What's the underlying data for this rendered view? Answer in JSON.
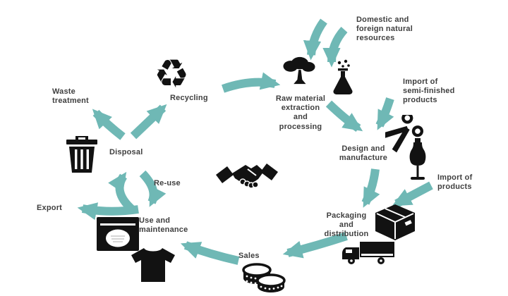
{
  "diagram": {
    "type": "circular-product-lifecycle-flow",
    "colors": {
      "arrow": "#6fb8b5",
      "icon": "#121212",
      "text": "#3f3f3f",
      "background": "#ffffff"
    },
    "nodes": {
      "domestic_resources": {
        "label": "Domestic and\nforeign natural\nresources"
      },
      "raw_material": {
        "label": "Raw material\nextraction\nand\nprocessing",
        "icons": [
          "tree-icon",
          "flask-icon"
        ]
      },
      "import_semi_finished": {
        "label": "Import of\nsemi-finished\nproducts"
      },
      "design_manufacture": {
        "label": "Design and\nmanufacture",
        "icons": [
          "scissors-icon",
          "mannequin-icon"
        ]
      },
      "import_products": {
        "label": "Import of\nproducts"
      },
      "packaging_distribution": {
        "label": "Packaging\nand\ndistribution",
        "icons": [
          "box-icon",
          "truck-icon"
        ]
      },
      "sales": {
        "label": "Sales",
        "icons": [
          "coins-icon"
        ]
      },
      "use_maintenance": {
        "label": "Use and\nmaintenance",
        "icons": [
          "washing-machine-icon",
          "tshirt-icon"
        ]
      },
      "export": {
        "label": "Export"
      },
      "reuse": {
        "label": "Re-use"
      },
      "disposal": {
        "label": "Disposal",
        "icons": [
          "trash-icon"
        ]
      },
      "waste_treatment": {
        "label": "Waste\ntreatment"
      },
      "recycling": {
        "label": "Recycling",
        "icons": [
          "recycle-icon"
        ]
      },
      "trade_center": {
        "label": "",
        "icons": [
          "handshake-icon"
        ]
      }
    },
    "edges": [
      {
        "from": "domestic_resources",
        "to": "raw_material"
      },
      {
        "from": "recycling",
        "to": "raw_material"
      },
      {
        "from": "raw_material",
        "to": "design_manufacture"
      },
      {
        "from": "import_semi_finished",
        "to": "design_manufacture"
      },
      {
        "from": "design_manufacture",
        "to": "packaging_distribution"
      },
      {
        "from": "import_products",
        "to": "packaging_distribution"
      },
      {
        "from": "packaging_distribution",
        "to": "sales"
      },
      {
        "from": "sales",
        "to": "use_maintenance"
      },
      {
        "from": "use_maintenance",
        "to": "export"
      },
      {
        "from": "use_maintenance",
        "to": "disposal",
        "label": "Re-use"
      },
      {
        "from": "disposal",
        "to": "use_maintenance",
        "label": "Re-use"
      },
      {
        "from": "disposal",
        "to": "waste_treatment"
      },
      {
        "from": "disposal",
        "to": "recycling"
      }
    ]
  }
}
